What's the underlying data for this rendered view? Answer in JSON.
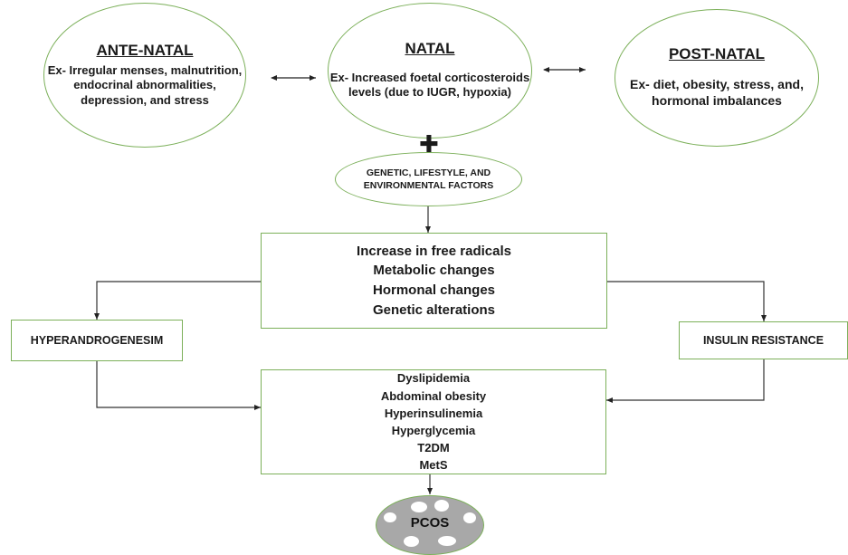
{
  "top": {
    "antenatal": {
      "title": "ANTE-NATAL",
      "lines": [
        "Ex- Irregular menses,",
        "malnutrition,",
        "endocrinal",
        "abnormalities,",
        "depression, and",
        "stress"
      ]
    },
    "natal": {
      "title": "NATAL",
      "lines": [
        "Ex- Increased foetal",
        "corticosteroids",
        "levels (due to IUGR,",
        "hypoxia)"
      ]
    },
    "postnatal": {
      "title": "POST-NATAL",
      "lines": [
        "Ex- diet, obesity,",
        "stress, and,",
        "hormonal",
        "imbalances"
      ]
    }
  },
  "plus_symbol": "✚",
  "factors": {
    "lines": [
      "GENETIC, LIFESTYLE,",
      "AND ENVIRONMENTAL",
      "FACTORS"
    ]
  },
  "changes": {
    "lines": [
      "Increase in free radicals",
      "Metabolic changes",
      "Hormonal changes",
      "Genetic alterations"
    ]
  },
  "hyperandrogenesim": {
    "label": "HYPERANDROGENESIM"
  },
  "insulin_resistance": {
    "label": "INSULIN RESISTANCE"
  },
  "outcomes": {
    "lines": [
      "Dyslipidemia",
      "Abdominal obesity",
      "Hyperinsulinemia",
      "Hyperglycemia",
      "T2DM",
      "MetS"
    ]
  },
  "pcos": {
    "label": "PCOS"
  },
  "colors": {
    "border": "#7cb05a",
    "ovary_fill": "#a8a8a8",
    "line": "#333333"
  }
}
